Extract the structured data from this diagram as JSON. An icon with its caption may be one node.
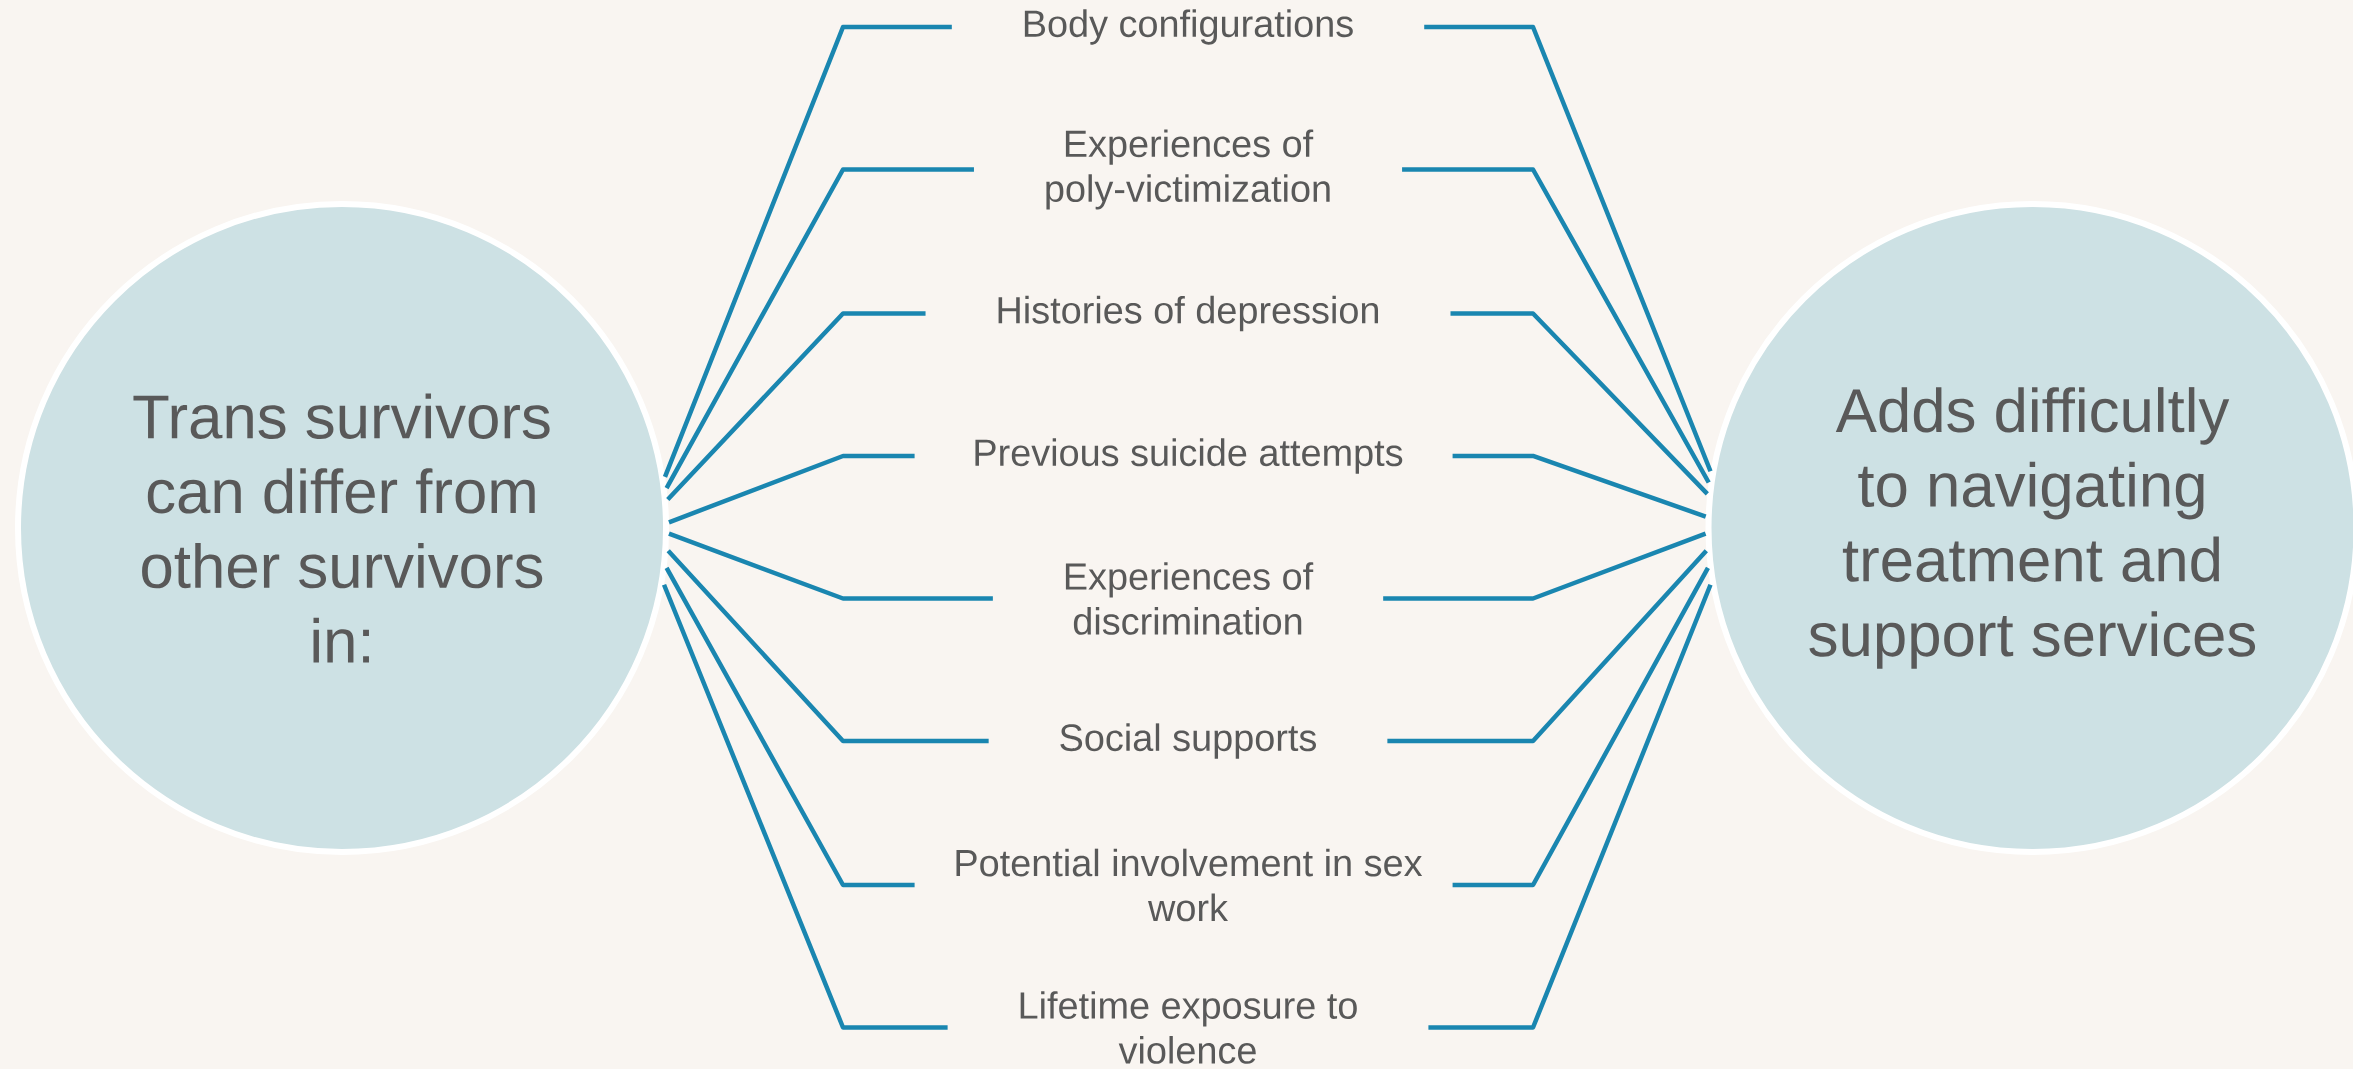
{
  "diagram": {
    "nodes": [
      {
        "text": [
          "Trans survivors can differ from other survivors in:"
        ]
      },
      {
        "text": [
          "Body configurations"
        ]
      },
      {
        "text": [
          "Experiences of poly-victimization"
        ]
      },
      {
        "text": [
          "Histories of depression"
        ]
      },
      {
        "text": [
          "Previous suicide attempts"
        ]
      },
      {
        "text": [
          "Experiences of discrimination"
        ]
      },
      {
        "text": [
          "Social supports"
        ]
      },
      {
        "text": [
          "Potential involvement in sex work"
        ]
      },
      {
        "text": [
          "Lifetime exposure to violence"
        ]
      },
      {
        "text": [
          "Adds difficultly to navigating treatment and support services"
        ]
      }
    ],
    "edges": [
      {
        "from": 0,
        "to": 1,
        "arrow": "none"
      },
      {
        "from": 0,
        "to": 2,
        "arrow": "none"
      },
      {
        "from": 0,
        "to": 3,
        "arrow": "none"
      },
      {
        "from": 0,
        "to": 4,
        "arrow": "none"
      },
      {
        "from": 0,
        "to": 5,
        "arrow": "none"
      },
      {
        "from": 0,
        "to": 6,
        "arrow": "none"
      },
      {
        "from": 0,
        "to": 7,
        "arrow": "none"
      },
      {
        "from": 0,
        "to": 8,
        "arrow": "none"
      },
      {
        "from": 1,
        "to": 9,
        "arrow": "none"
      },
      {
        "from": 2,
        "to": 9,
        "arrow": "none"
      },
      {
        "from": 3,
        "to": 9,
        "arrow": "none"
      },
      {
        "from": 4,
        "to": 9,
        "arrow": "none"
      },
      {
        "from": 5,
        "to": 9,
        "arrow": "none"
      },
      {
        "from": 6,
        "to": 9,
        "arrow": "none"
      },
      {
        "from": 7,
        "to": 9,
        "arrow": "none"
      },
      {
        "from": 8,
        "to": 9,
        "arrow": "none"
      }
    ]
  }
}
